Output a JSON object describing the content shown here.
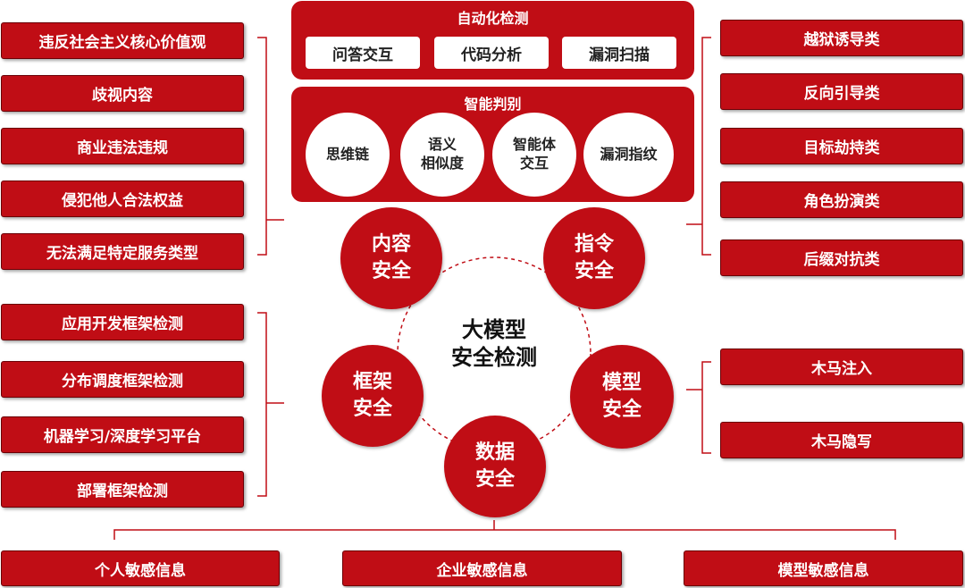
{
  "center": {
    "label": "大模型\n安全检测"
  },
  "core": {
    "content": "内容\n安全",
    "instruction": "指令\n安全",
    "framework": "框架\n安全",
    "model": "模型\n安全",
    "data": "数据\n安全"
  },
  "auto_detect": {
    "title": "自动化检测",
    "items": [
      "问答交互",
      "代码分析",
      "漏洞扫描"
    ]
  },
  "smart_judge": {
    "title": "智能判别",
    "items": [
      "思维链",
      "语义\n相似度",
      "智能体\n交互",
      "漏洞指纹"
    ]
  },
  "content_risks": [
    "违反社会主义核心价值观",
    "歧视内容",
    "商业违法违规",
    "侵犯他人合法权益",
    "无法满足特定服务类型"
  ],
  "instruction_attacks": [
    "越狱诱导类",
    "反向引导类",
    "目标劫持类",
    "角色扮演类",
    "后缀对抗类"
  ],
  "framework_checks": [
    "应用开发框架检测",
    "分布调度框架检测",
    "机器学习/深度学习平台",
    "部署框架检测"
  ],
  "model_threats": [
    "木马注入",
    "木马隐写"
  ],
  "data_types": [
    "个人敏感信息",
    "企业敏感信息",
    "模型敏感信息"
  ],
  "colors": {
    "primary": "#c00d15",
    "border": "#6b0005",
    "line": "#c00d15"
  }
}
